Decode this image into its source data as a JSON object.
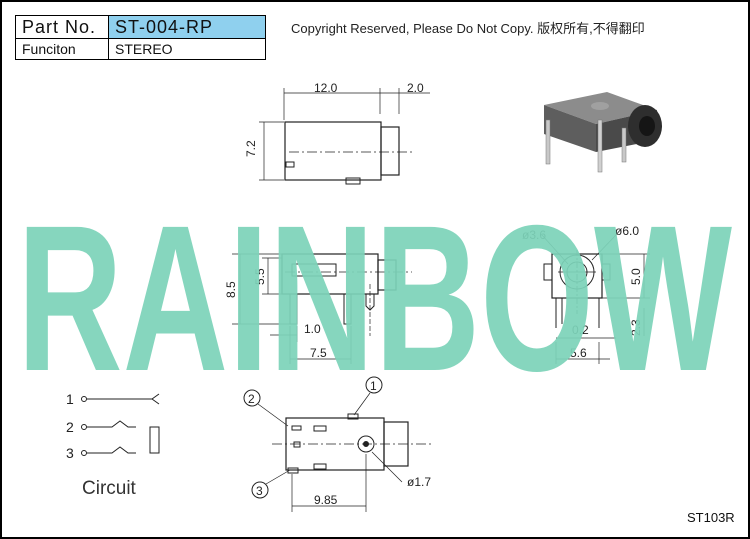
{
  "header": {
    "part_no_label": "Part No.",
    "part_no_value": "ST-004-RP",
    "function_label": "Funciton",
    "function_value": "STEREO"
  },
  "copyright": "Copyright Reserved, Please Do Not Copy. 版权所有,不得翻印",
  "watermark": {
    "text": "RAINBOW",
    "color": "#7dd3b9"
  },
  "top_view": {
    "width_dim": "12.0",
    "tip_dim": "2.0",
    "height_dim": "7.2"
  },
  "side_view": {
    "height_total": "8.5",
    "height_body": "5.5",
    "pin_pitch": "1.0",
    "pin_span": "7.5"
  },
  "front_view": {
    "hole_dia": "ø3.6",
    "outer_dia": "ø6.0",
    "center_height": "5.0",
    "pin_offset": "0.2",
    "pin_length": "2.3",
    "pin_span": "5.6"
  },
  "footprint_view": {
    "pin1": "1",
    "pin2": "2",
    "pin3": "3",
    "hole_dia": "ø1.7",
    "span": "9.85"
  },
  "circuit": {
    "label": "Circuit",
    "pin1": "1",
    "pin2": "2",
    "pin3": "3"
  },
  "drawing_code": "ST103R"
}
